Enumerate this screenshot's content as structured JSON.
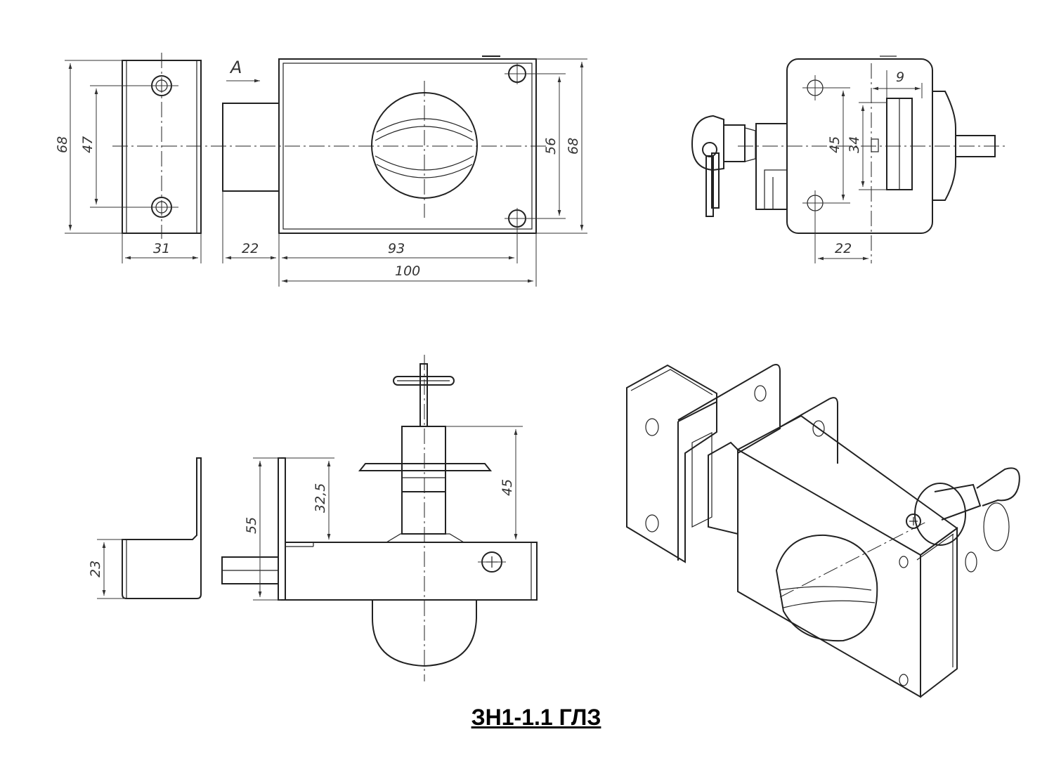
{
  "title": "ЗН1-1.1 ГЛЗ",
  "view_label": "A",
  "dimensions": {
    "front_height_left": "68",
    "front_hole_spacing": "47",
    "front_strike_width": "31",
    "front_bolt_length": "22",
    "front_hole_distance": "93",
    "front_total_width": "100",
    "front_hole_spacing_right": "56",
    "front_height_right": "68",
    "side_height_hole": "45",
    "side_bolt_height": "34",
    "side_depth": "9",
    "side_offset": "22",
    "top_strike_height": "23",
    "top_body_depth": "55",
    "top_knob_offset": "32,5",
    "top_cylinder_length": "45"
  }
}
